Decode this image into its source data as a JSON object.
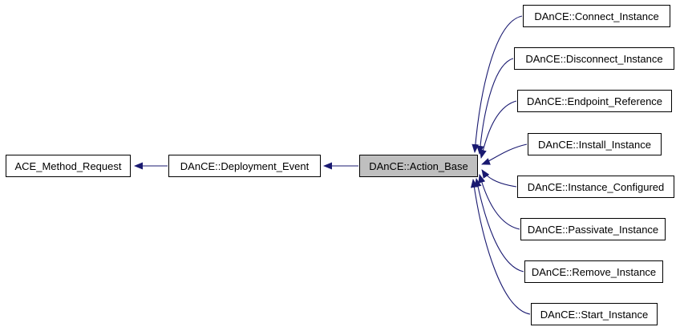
{
  "diagram": {
    "type": "class-inheritance-graph",
    "edge_color": "#191970",
    "node_border_color": "#000000",
    "node_fill": "#ffffff",
    "highlight_fill": "#bfbfbf",
    "nodes": {
      "root": {
        "label": "ACE_Method_Request"
      },
      "middle": {
        "label": "DAnCE::Deployment_Event"
      },
      "center": {
        "label": "DAnCE::Action_Base",
        "highlighted": true
      },
      "derived": [
        {
          "label": "DAnCE::Connect_Instance"
        },
        {
          "label": "DAnCE::Disconnect_Instance"
        },
        {
          "label": "DAnCE::Endpoint_Reference"
        },
        {
          "label": "DAnCE::Install_Instance"
        },
        {
          "label": "DAnCE::Instance_Configured"
        },
        {
          "label": "DAnCE::Passivate_Instance"
        },
        {
          "label": "DAnCE::Remove_Instance"
        },
        {
          "label": "DAnCE::Start_Instance"
        }
      ]
    },
    "edges": [
      {
        "from": "DAnCE::Deployment_Event",
        "to": "ACE_Method_Request"
      },
      {
        "from": "DAnCE::Action_Base",
        "to": "DAnCE::Deployment_Event"
      },
      {
        "from": "DAnCE::Connect_Instance",
        "to": "DAnCE::Action_Base"
      },
      {
        "from": "DAnCE::Disconnect_Instance",
        "to": "DAnCE::Action_Base"
      },
      {
        "from": "DAnCE::Endpoint_Reference",
        "to": "DAnCE::Action_Base"
      },
      {
        "from": "DAnCE::Install_Instance",
        "to": "DAnCE::Action_Base"
      },
      {
        "from": "DAnCE::Instance_Configured",
        "to": "DAnCE::Action_Base"
      },
      {
        "from": "DAnCE::Passivate_Instance",
        "to": "DAnCE::Action_Base"
      },
      {
        "from": "DAnCE::Remove_Instance",
        "to": "DAnCE::Action_Base"
      },
      {
        "from": "DAnCE::Start_Instance",
        "to": "DAnCE::Action_Base"
      }
    ]
  }
}
